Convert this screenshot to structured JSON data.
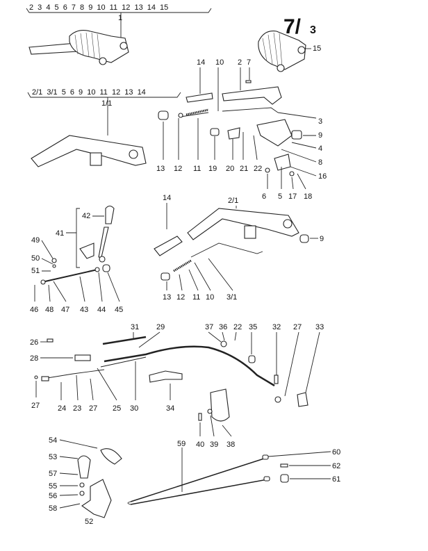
{
  "title": {
    "main": "7/",
    "sub": "3"
  },
  "kit_1": {
    "contents": "2  3  4  5  6  7  8  9  10  11  12  13  14  15",
    "label": "1"
  },
  "kit_1_1": {
    "contents": "2/1  3/1  5  6  9  10  11  12  13  14",
    "label": "1/1"
  },
  "labels": {
    "p15": "15",
    "p14a": "14",
    "p10a": "10",
    "p2": "2",
    "p7": "7",
    "p3": "3",
    "p9a": "9",
    "p4": "4",
    "p8": "8",
    "p16": "16",
    "p13a": "13",
    "p12a": "12",
    "p11a": "11",
    "p19": "19",
    "p20": "20",
    "p21": "21",
    "p22a": "22",
    "p6": "6",
    "p5": "5",
    "p17": "17",
    "p18": "18",
    "p14b": "14",
    "p2_1": "2/1",
    "p9b": "9",
    "p42": "42",
    "p41": "41",
    "p49": "49",
    "p50": "50",
    "p51": "51",
    "p13b": "13",
    "p12b": "12",
    "p11b": "11",
    "p10b": "10",
    "p3_1": "3/1",
    "p46": "46",
    "p48": "48",
    "p47": "47",
    "p43": "43",
    "p44": "44",
    "p45": "45",
    "p31": "31",
    "p29": "29",
    "p37": "37",
    "p36": "36",
    "p22b": "22",
    "p35": "35",
    "p32": "32",
    "p27a": "27",
    "p33": "33",
    "p26": "26",
    "p28": "28",
    "p27b": "27",
    "p24": "24",
    "p23": "23",
    "p27c": "27",
    "p25": "25",
    "p30": "30",
    "p34": "34",
    "p40": "40",
    "p39": "39",
    "p38": "38",
    "p54": "54",
    "p53": "53",
    "p57": "57",
    "p55": "55",
    "p56": "56",
    "p58": "58",
    "p52": "52",
    "p59": "59",
    "p60": "60",
    "p62": "62",
    "p61": "61"
  }
}
